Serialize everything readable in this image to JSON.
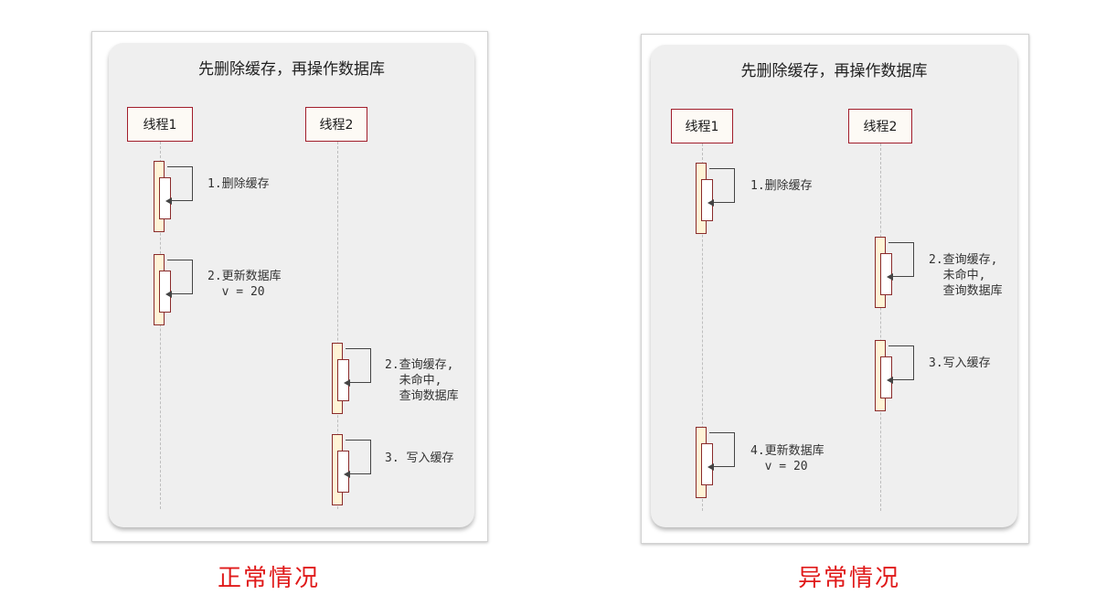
{
  "left_panel": {
    "title": "先删除缓存，再操作数据库",
    "actor1": "线程1",
    "actor2": "线程2",
    "msg1": "1.删除缓存",
    "msg2": "2.更新数据库\n  v = 20",
    "msg3": "2.查询缓存,\n  未命中,\n  查询数据库",
    "msg4": "3. 写入缓存",
    "caption": "正常情况"
  },
  "right_panel": {
    "title": "先删除缓存，再操作数据库",
    "actor1": "线程1",
    "actor2": "线程2",
    "msg1": "1.删除缓存",
    "msg2": "2.查询缓存,\n  未命中,\n  查询数据库",
    "msg3": "3.写入缓存",
    "msg4": "4.更新数据库\n  v = 20",
    "caption": "异常情况"
  },
  "colors": {
    "actor_border": "#a11d2b",
    "activation_fill": "#fff4d6",
    "caption": "#e01a1a"
  }
}
